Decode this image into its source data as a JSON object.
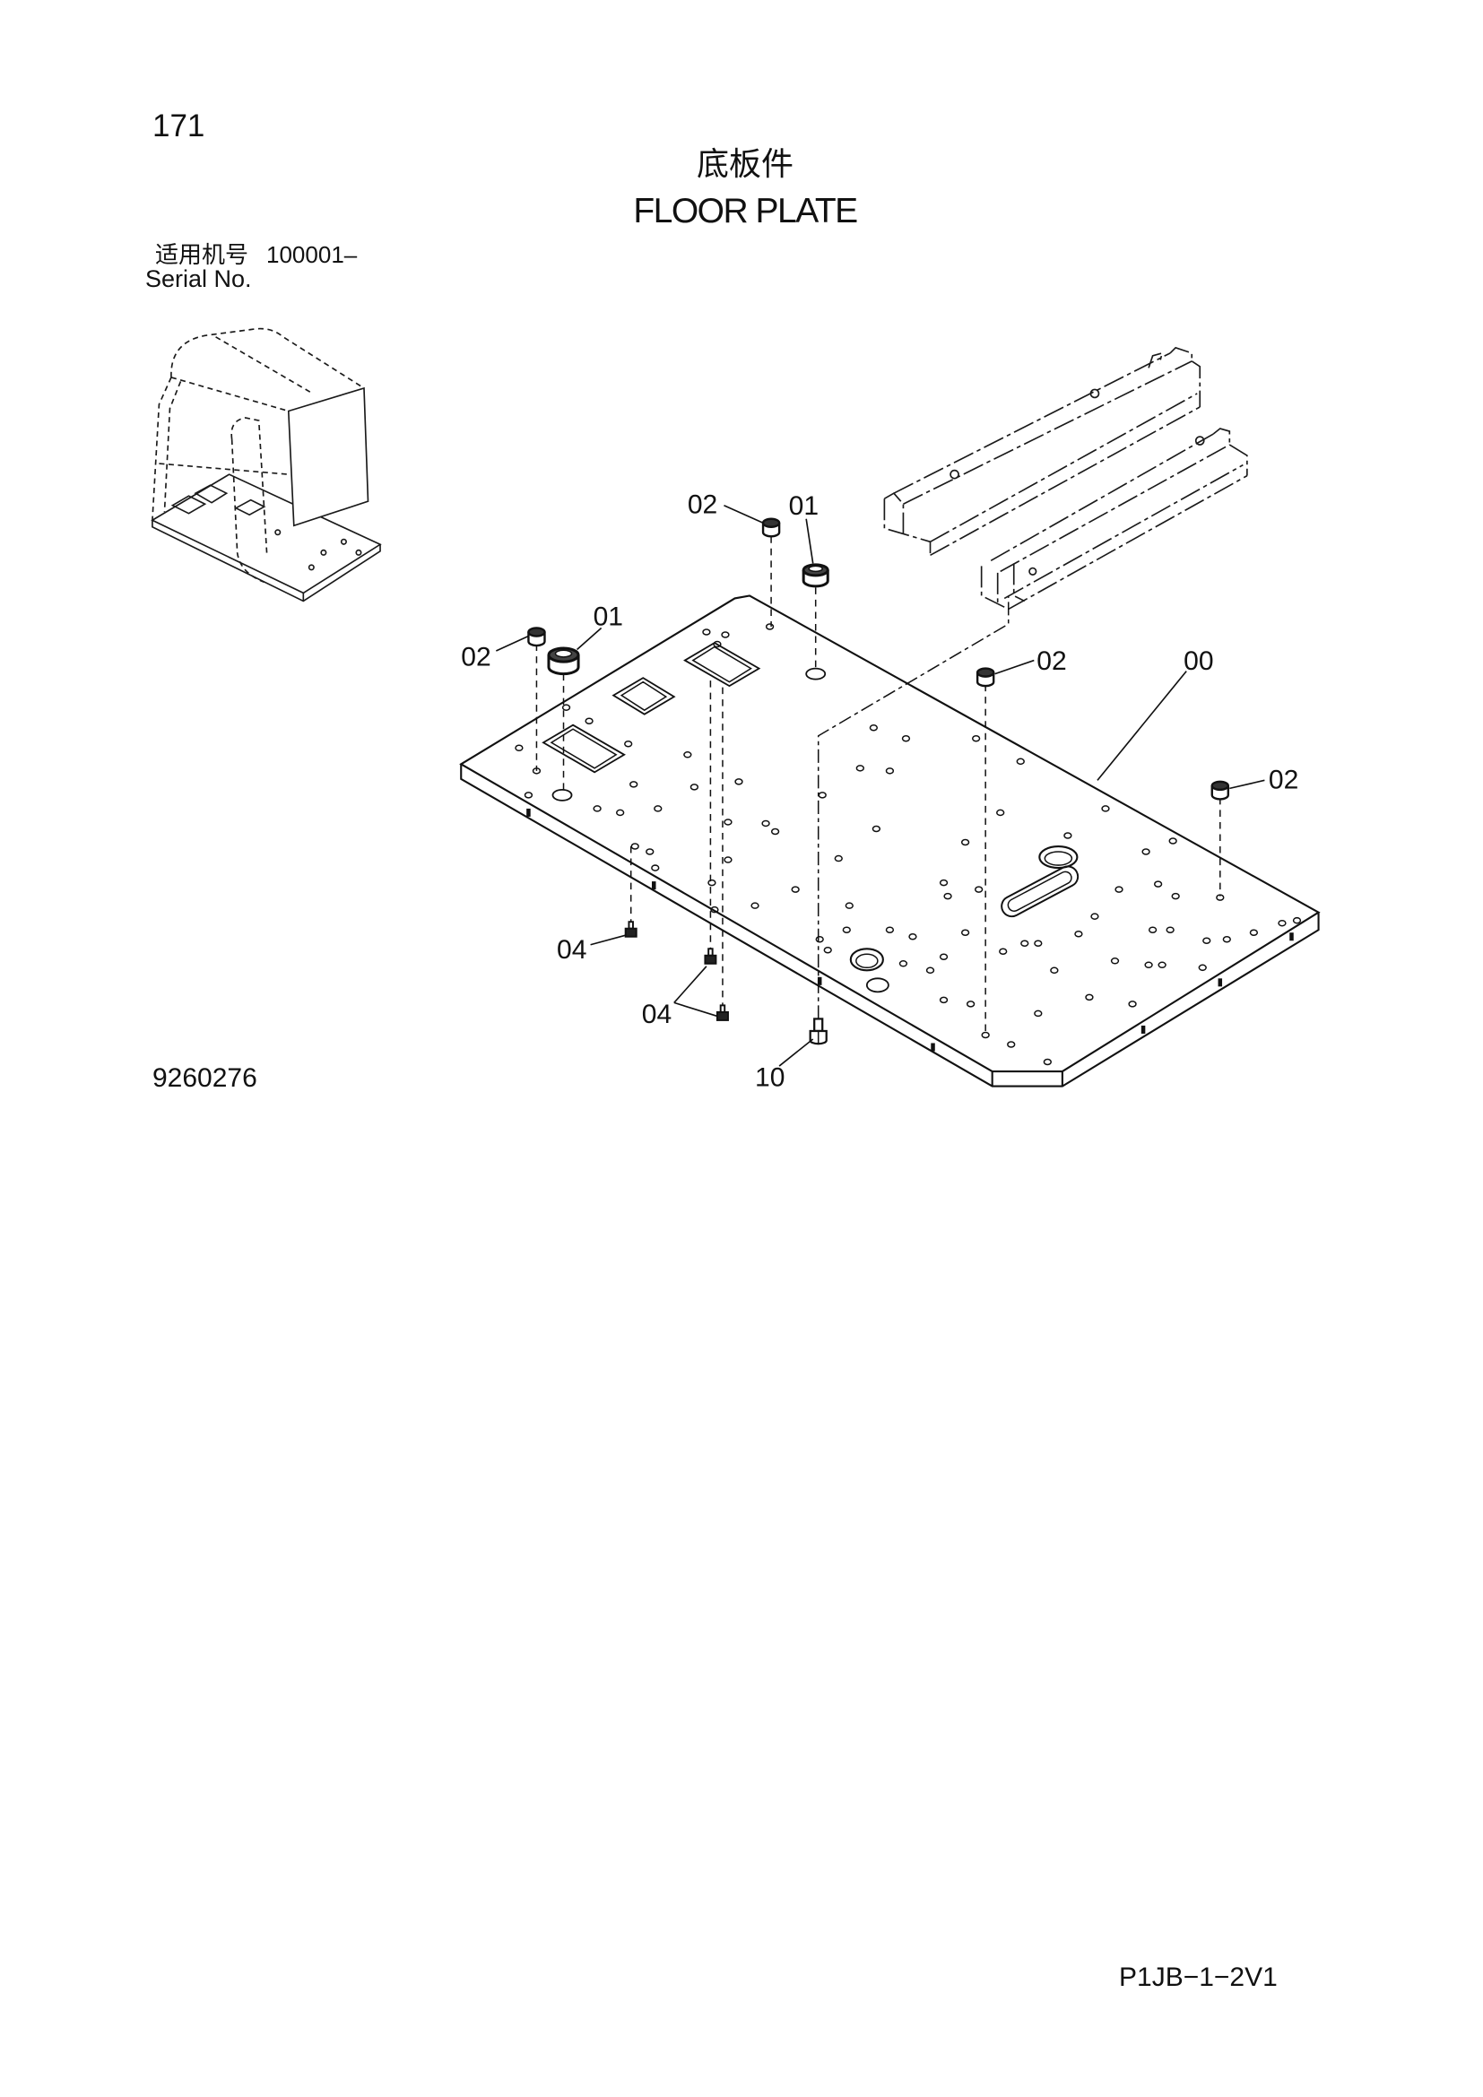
{
  "header": {
    "page_number": "171",
    "title_zh": "底板件",
    "title_en": "FLOOR PLATE"
  },
  "applicability": {
    "label_zh": "适用机号",
    "serial_from": "100001–",
    "label_en": "Serial No."
  },
  "diagram": {
    "figure_number": "9260276",
    "callouts": [
      "02",
      "01",
      "01",
      "02",
      "02",
      "00",
      "02",
      "04",
      "04",
      "10"
    ]
  },
  "footer": {
    "doc_code": "P1JB−1−2V1"
  },
  "colors": {
    "ink": "#111111",
    "paper": "#ffffff"
  }
}
